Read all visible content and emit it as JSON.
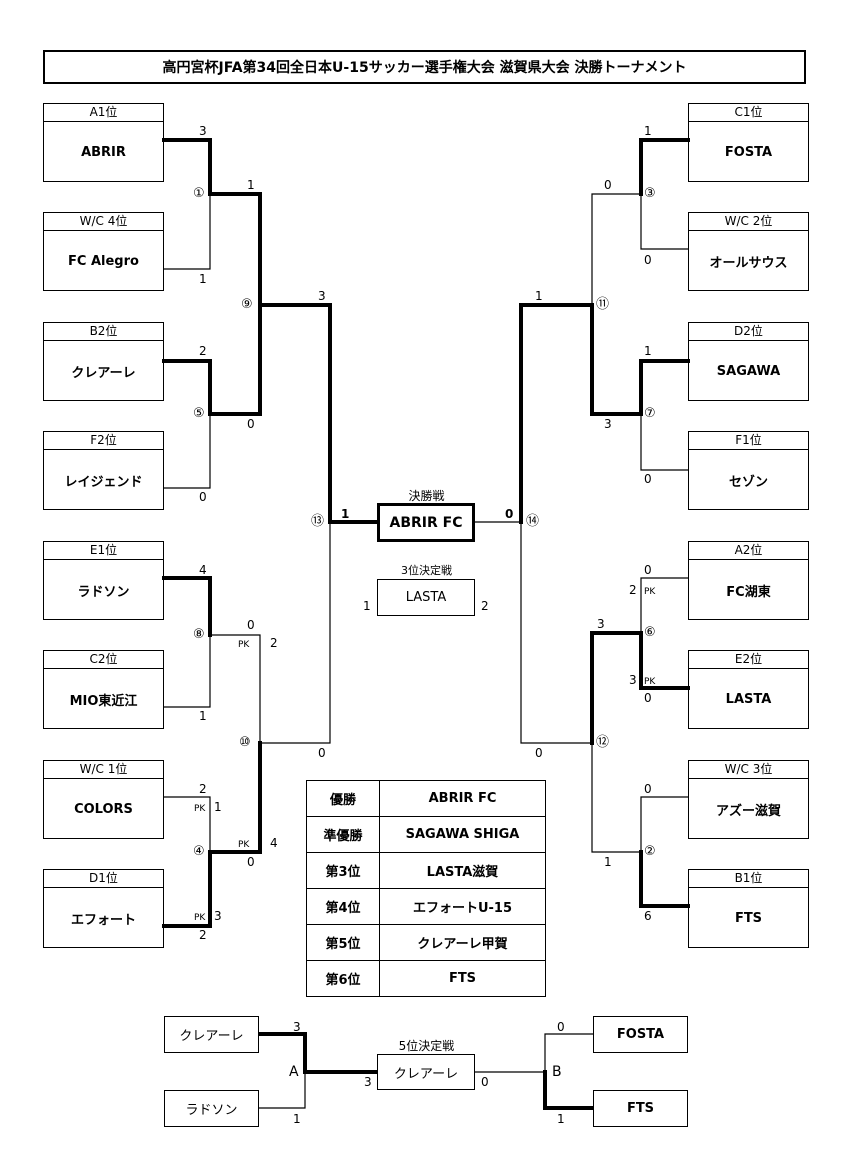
{
  "title": "高円宮杯JFA第34回全日本U-15サッカー選手権大会 滋賀県大会 決勝トーナメント",
  "teams": {
    "l1": {
      "seed": "A1位",
      "name": "ABRIR"
    },
    "l2": {
      "seed": "W/C 4位",
      "name": "FC Alegro"
    },
    "l3": {
      "seed": "B2位",
      "name": "クレアーレ"
    },
    "l4": {
      "seed": "F2位",
      "name": "レイジェンド"
    },
    "l5": {
      "seed": "E1位",
      "name": "ラドソン"
    },
    "l6": {
      "seed": "C2位",
      "name": "MIO東近江"
    },
    "l7": {
      "seed": "W/C 1位",
      "name": "COLORS"
    },
    "l8": {
      "seed": "D1位",
      "name": "エフォート"
    },
    "r1": {
      "seed": "C1位",
      "name": "FOSTA"
    },
    "r2": {
      "seed": "W/C 2位",
      "name": "オールサウス"
    },
    "r3": {
      "seed": "D2位",
      "name": "SAGAWA"
    },
    "r4": {
      "seed": "F1位",
      "name": "セゾン"
    },
    "r5": {
      "seed": "A2位",
      "name": "FC湖東"
    },
    "r6": {
      "seed": "E2位",
      "name": "LASTA"
    },
    "r7": {
      "seed": "W/C 3位",
      "name": "アズー滋賀"
    },
    "r8": {
      "seed": "B1位",
      "name": "FTS"
    }
  },
  "matches": {
    "m1": "①",
    "m2": "②",
    "m3": "③",
    "m4": "④",
    "m5": "⑤",
    "m6": "⑥",
    "m7": "⑦",
    "m8": "⑧",
    "m9": "⑨",
    "m10": "⑩",
    "m11": "⑪",
    "m12": "⑫",
    "m13": "⑬",
    "m14": "⑭"
  },
  "scores": {
    "s_l1": "3",
    "s_l2": "1",
    "s_m1": "1",
    "s_l3": "2",
    "s_l4": "0",
    "s_m5": "0",
    "s_m9": "3",
    "s_l5": "4",
    "s_l6": "1",
    "s_m8": "0",
    "s_m8pk": "2",
    "s_l7": "2",
    "s_l7pk": "1",
    "s_l8": "2",
    "s_l8pk": "3",
    "s_m4": "0",
    "s_m4pk": "4",
    "s_m10": "0",
    "s_m13": "1",
    "s_r1": "1",
    "s_r2": "0",
    "s_m3": "0",
    "s_r3": "1",
    "s_r4": "0",
    "s_m7": "3",
    "s_m11": "1",
    "s_r5": "0",
    "s_r5pk": "2",
    "s_r6": "0",
    "s_r6pk": "3",
    "s_m6": "3",
    "s_r7": "0",
    "s_r8": "6",
    "s_m2": "1",
    "s_m12": "0",
    "s_m14": "0"
  },
  "pk_label": "PK",
  "final": {
    "label": "決勝戦",
    "winner": "ABRIR FC"
  },
  "third": {
    "label": "3位決定戦",
    "winner": "LASTA",
    "left_score": "1",
    "right_score": "2"
  },
  "ranking": [
    {
      "rank": "優勝",
      "team": "ABRIR FC"
    },
    {
      "rank": "準優勝",
      "team": "SAGAWA SHIGA"
    },
    {
      "rank": "第3位",
      "team": "LASTA滋賀"
    },
    {
      "rank": "第4位",
      "team": "エフォートU-15"
    },
    {
      "rank": "第5位",
      "team": "クレアーレ甲賀"
    },
    {
      "rank": "第6位",
      "team": "FTS"
    }
  ],
  "fifth": {
    "label": "5位決定戦",
    "winner": "クレアーレ",
    "left_a": "クレアーレ",
    "left_b": "ラドソン",
    "right_a": "FOSTA",
    "right_b": "FTS",
    "group_a": "A",
    "group_b": "B",
    "s_la": "3",
    "s_lb": "1",
    "s_a": "3",
    "s_b": "0",
    "s_ra": "0",
    "s_rb": "1"
  }
}
